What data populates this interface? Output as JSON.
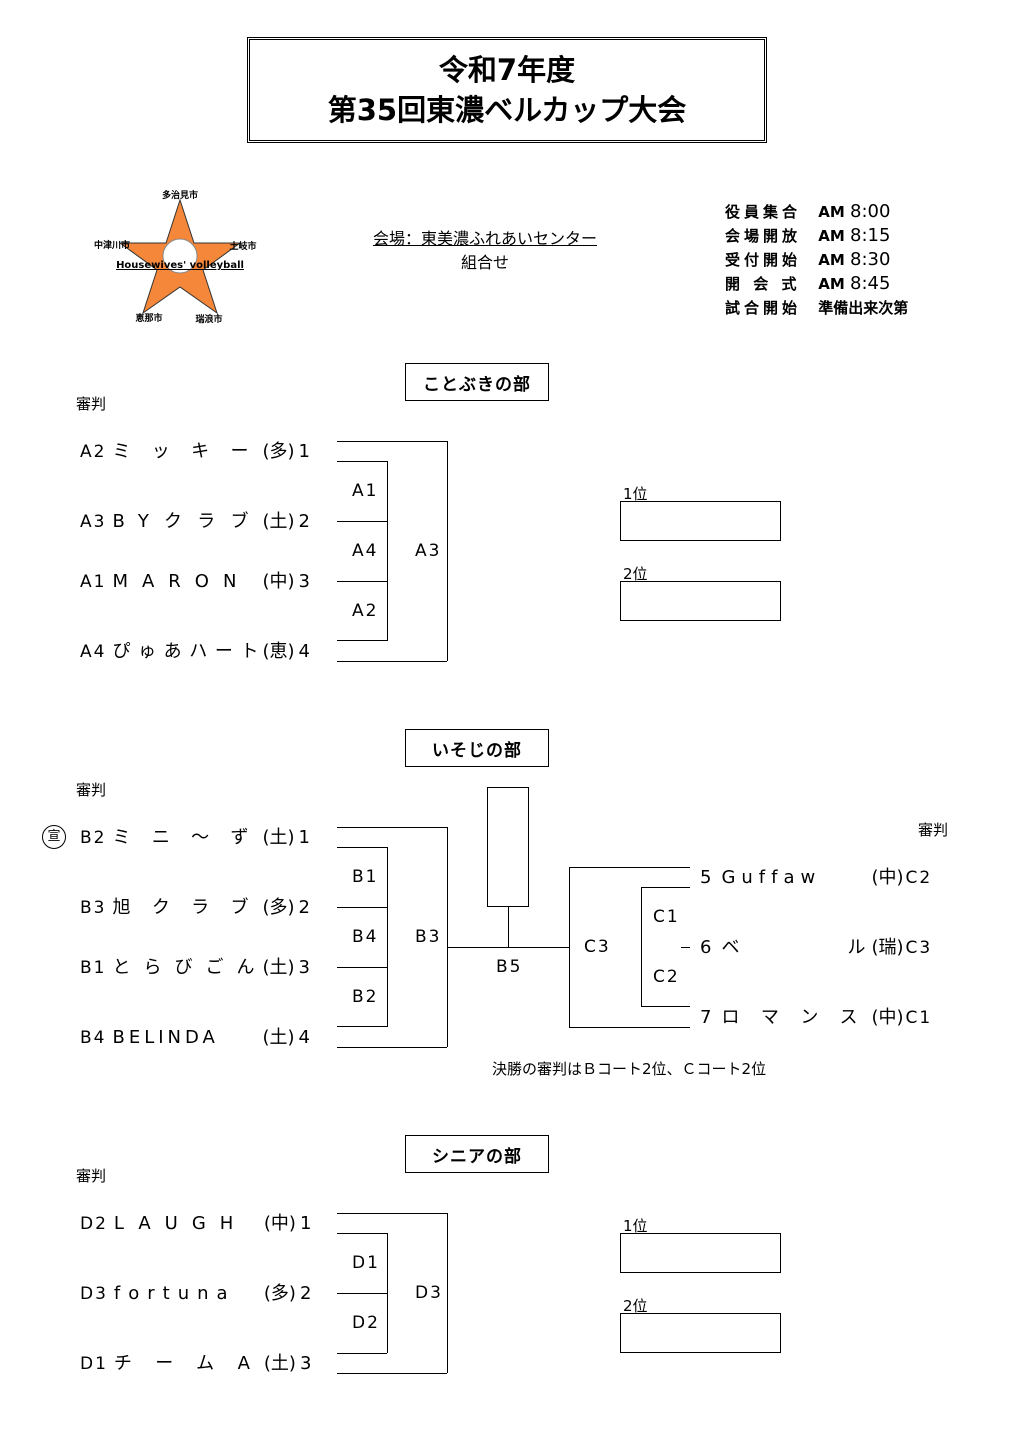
{
  "header": {
    "title_line1": "令和7年度",
    "title_line2": "第35回東濃ベルカップ大会",
    "venue": "会場：東美濃ふれあいセンター",
    "subtitle": "組合せ"
  },
  "logo": {
    "city_top": "多治見市",
    "city_left": "中津川市",
    "city_right": "土岐市",
    "city_bottom_left": "恵那市",
    "city_bottom_right": "瑞浪市",
    "caption": "Housewives' volleyball",
    "star_color": "#f5873a"
  },
  "schedule": [
    {
      "label": "役員集合",
      "ampm": "AM",
      "time": "8:00"
    },
    {
      "label": "会場開放",
      "ampm": "AM",
      "time": "8:15"
    },
    {
      "label": "受付開始",
      "ampm": "AM",
      "time": "8:30"
    },
    {
      "label": "開 会 式",
      "ampm": "AM",
      "time": "8:45"
    },
    {
      "label": "試合開始",
      "ampm": "",
      "time": "準備出来次第"
    }
  ],
  "referee_label": "審判",
  "kotobuki": {
    "title": "ことぶきの部",
    "teams": [
      {
        "code": "A2",
        "name": "ミッキー",
        "city": "(多)",
        "no": "1"
      },
      {
        "code": "A3",
        "name": "BYクラブ",
        "city": "(土)",
        "no": "2"
      },
      {
        "code": "A1",
        "name": "MARON",
        "city": "(中)",
        "no": "3"
      },
      {
        "code": "A4",
        "name": "ぴゅあハート",
        "city": "(恵)",
        "no": "4"
      }
    ],
    "matches": [
      "A1",
      "A4",
      "A2",
      "A3"
    ],
    "rank1": "1位",
    "rank2": "2位"
  },
  "isoji": {
    "title": "いそじの部",
    "declare_mark": "宣",
    "teams": [
      {
        "code": "B2",
        "name": "ミニ～ず",
        "city": "(土)",
        "no": "1"
      },
      {
        "code": "B3",
        "name": "旭クラブ",
        "city": "(多)",
        "no": "2"
      },
      {
        "code": "B1",
        "name": "とらびごん",
        "city": "(土)",
        "no": "3"
      },
      {
        "code": "B4",
        "name": "BELINDA",
        "city": "(土)",
        "no": "4"
      }
    ],
    "matches": [
      "B1",
      "B4",
      "B2",
      "B3"
    ],
    "final": "B5",
    "c_teams": [
      {
        "no": "5",
        "name": "Guffaw",
        "city": "(中)",
        "code": "C2"
      },
      {
        "no": "6",
        "name": "ベル",
        "city": "(瑞)",
        "code": "C3"
      },
      {
        "no": "7",
        "name": "ロマンス",
        "city": "(中)",
        "code": "C1"
      }
    ],
    "c_matches": [
      "C1",
      "C2",
      "C3"
    ],
    "final_note": "決勝の審判はＢコート2位、Ｃコート2位"
  },
  "senior": {
    "title": "シニアの部",
    "teams": [
      {
        "code": "D2",
        "name": "LAUGH",
        "city": "(中)",
        "no": "1"
      },
      {
        "code": "D3",
        "name": "fortuna",
        "city": "(多)",
        "no": "2"
      },
      {
        "code": "D1",
        "name": "チームA",
        "city": "(土)",
        "no": "3"
      }
    ],
    "matches": [
      "D1",
      "D2",
      "D3"
    ],
    "rank1": "1位",
    "rank2": "2位"
  }
}
